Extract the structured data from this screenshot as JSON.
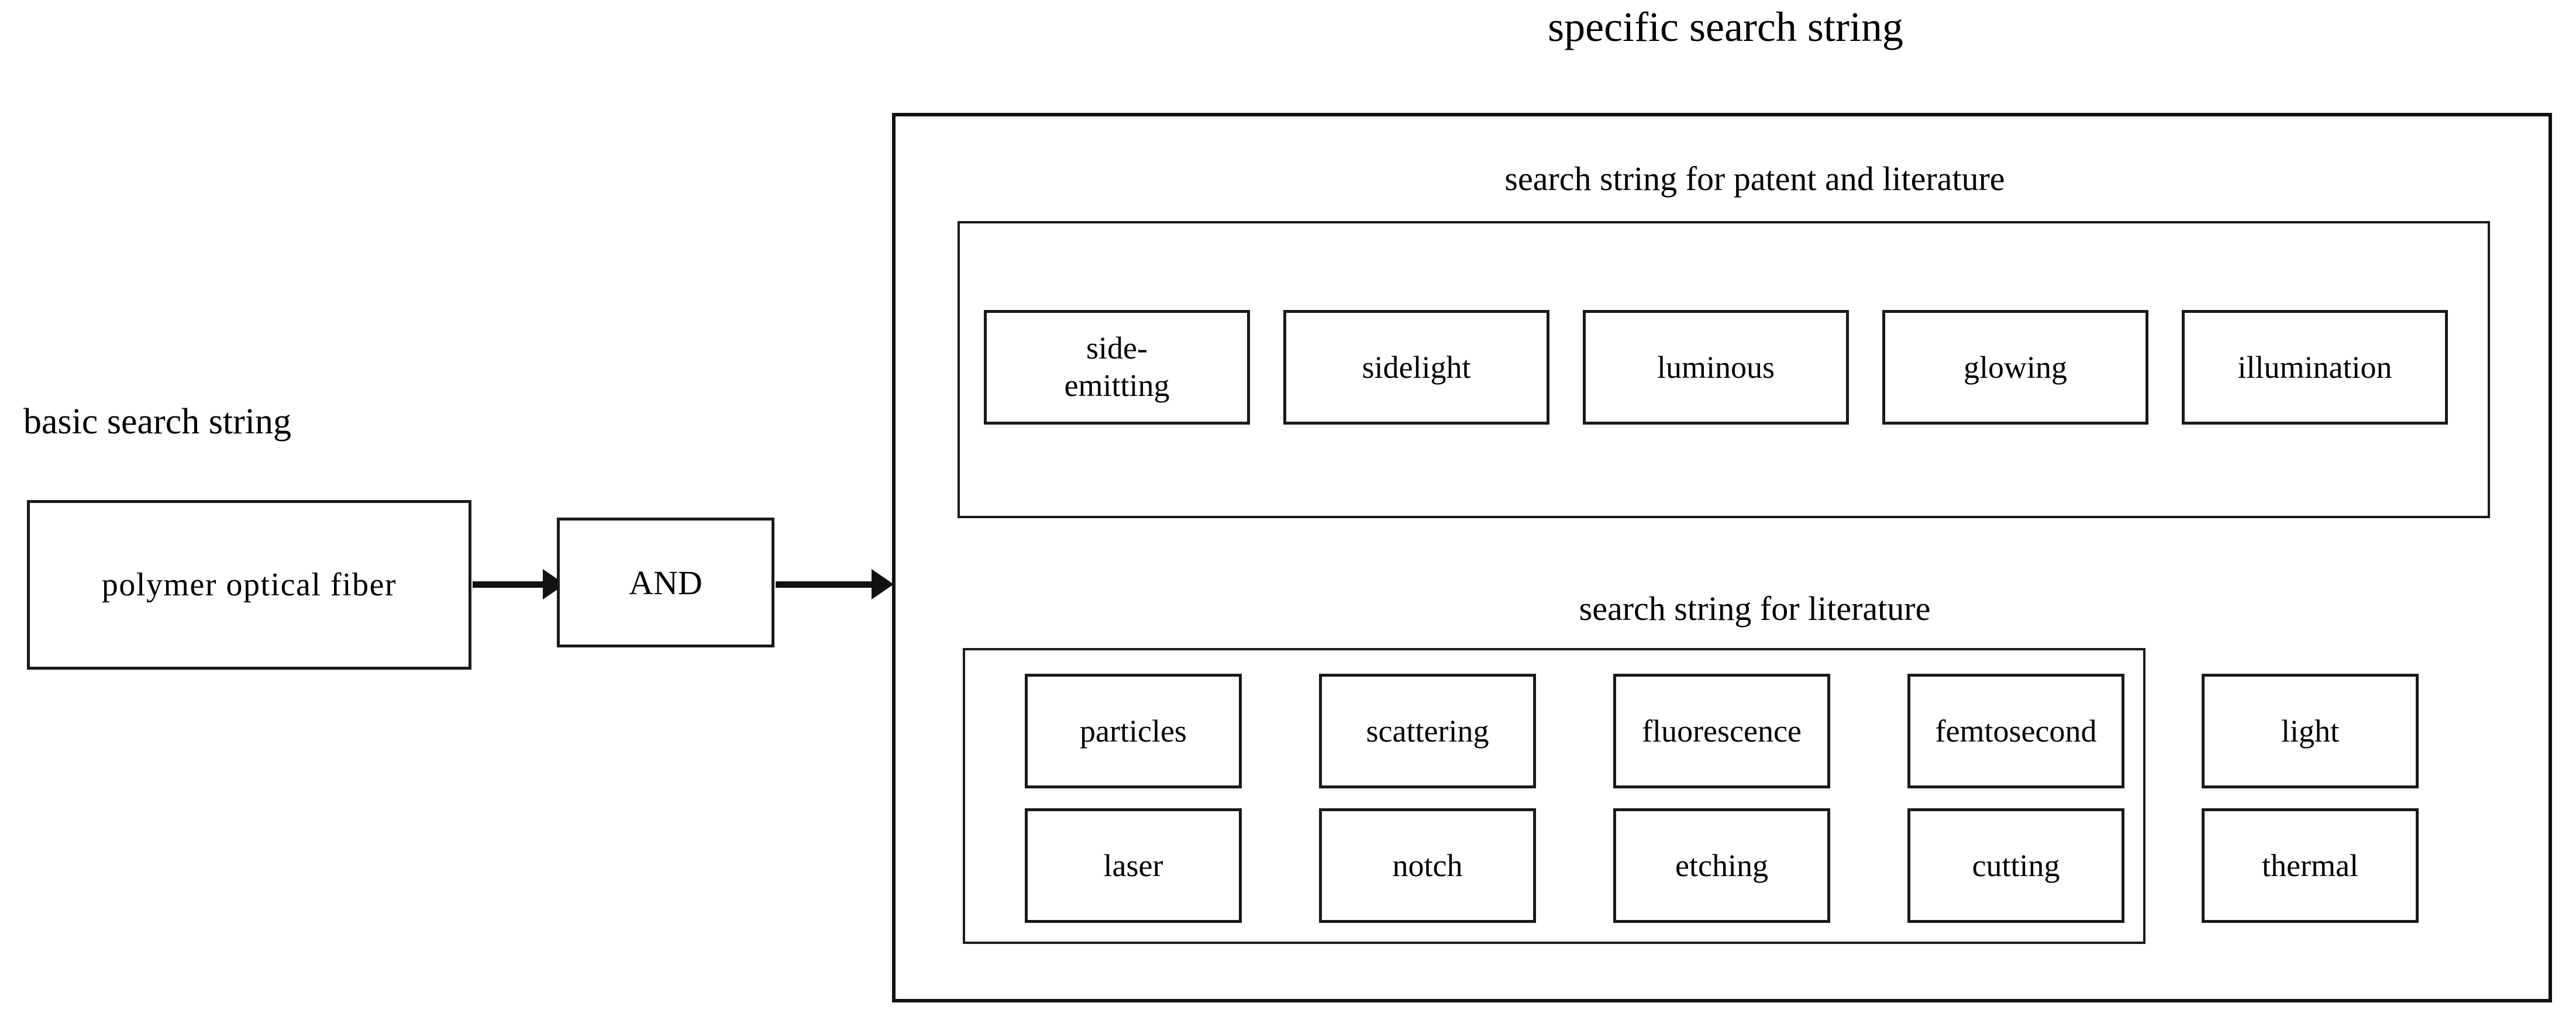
{
  "diagram": {
    "basic": {
      "caption": "basic search string",
      "box_label": "polymer optical fiber"
    },
    "operator": {
      "label": "AND"
    },
    "specific": {
      "caption": "specific search string",
      "groups": [
        {
          "caption": "search string for patent and literature",
          "terms": [
            "side-\nemitting",
            "sidelight",
            "luminous",
            "glowing",
            "illumination"
          ]
        },
        {
          "caption": "search string for literature",
          "terms": [
            "particles",
            "scattering",
            "fluorescence",
            "femtosecond",
            "light",
            "laser",
            "notch",
            "etching",
            "cutting",
            "thermal"
          ]
        }
      ]
    },
    "terms_flat": {
      "patent_row1": "side-",
      "patent_row2": "emitting",
      "p1": "sidelight",
      "p2": "luminous",
      "p3": "glowing",
      "p4": "illumination",
      "l1": "particles",
      "l2": "scattering",
      "l3": "fluorescence",
      "l4": "femtosecond",
      "l5": "light",
      "l6": "laser",
      "l7": "notch",
      "l8": "etching",
      "l9": "cutting",
      "l10": "thermal"
    },
    "colors": {
      "stroke": "#1a1a1a",
      "background": "#ffffff",
      "text": "#000000"
    }
  }
}
